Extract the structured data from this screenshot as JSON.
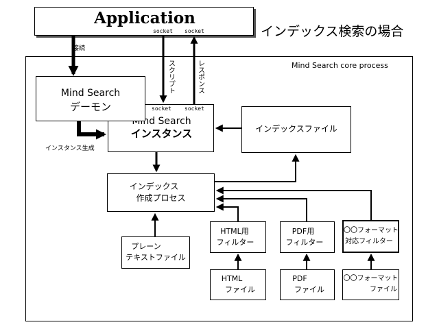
{
  "title": "インデックス検索の場合",
  "application": {
    "label": "Application",
    "socket_left": "socket",
    "socket_right": "socket"
  },
  "core": {
    "label": "Mind Search core process"
  },
  "arrows": {
    "connect": "接続",
    "script": "スクリプト",
    "response": "レスポンス",
    "instance_generate": "インスタンス生成"
  },
  "daemon": {
    "line1": "Mind Search",
    "line2": "デーモン"
  },
  "instance": {
    "line1": "Mind Search",
    "line2": "インスタンス",
    "socket_left": "socket",
    "socket_right": "socket"
  },
  "index_file": {
    "label": "インデックスファイル"
  },
  "index_process": {
    "line1": "インデックス",
    "line2": "作成プロセス"
  },
  "plain_text": {
    "line1": "プレーン",
    "line2": "テキストファイル"
  },
  "html_filter": {
    "line1": "HTML用",
    "line2": "フィルター"
  },
  "pdf_filter": {
    "line1": "PDF用",
    "line2": "フィルター"
  },
  "other_filter": {
    "line1": "〇〇フォーマット",
    "line2": "対応フィルター"
  },
  "html_file": {
    "line1": "HTML",
    "line2": "ファイル"
  },
  "pdf_file": {
    "line1": "PDF",
    "line2": "ファイル"
  },
  "other_file": {
    "line1": "〇〇フォーマット",
    "line2": "ファイル"
  },
  "colors": {
    "line": "#000000",
    "shadow": "#555555",
    "background": "#ffffff"
  }
}
